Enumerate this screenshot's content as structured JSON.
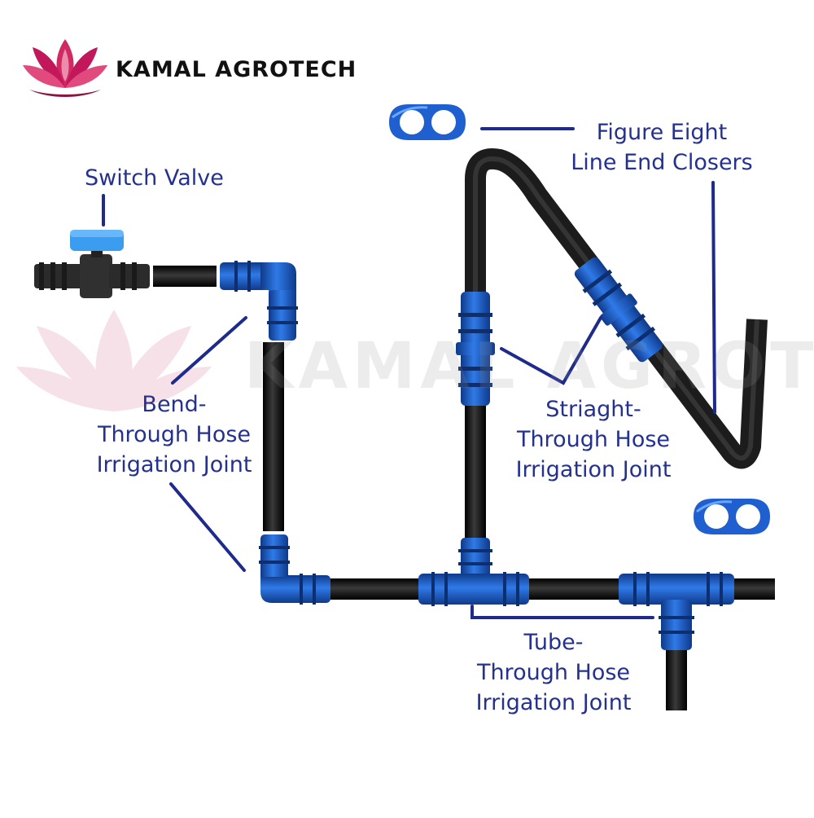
{
  "brand": {
    "name": "KAMAL AGROTECH",
    "watermark": "KAMAL AGROTECH",
    "logo_icon": "lotus-icon",
    "logo_color": "#c8215a"
  },
  "labels": {
    "switch_valve": [
      "Switch Valve"
    ],
    "figure_eight": [
      "Figure Eight",
      "Line End Closers"
    ],
    "bend_joint": [
      "Bend-",
      "Through Hose",
      "Irrigation Joint"
    ],
    "straight_joint": [
      "Striaght-",
      "Through Hose",
      "Irrigation Joint"
    ],
    "tube_joint": [
      "Tube-",
      "Through Hose",
      "Irrigation Joint"
    ]
  },
  "colors": {
    "label_text": "#25318f",
    "connector_line": "#1e2a8c",
    "hose": "#1c1c1c",
    "fitting_blue": "#1f5fd0",
    "valve_handle": "#3a9df0",
    "valve_body": "#2b2b2b"
  }
}
